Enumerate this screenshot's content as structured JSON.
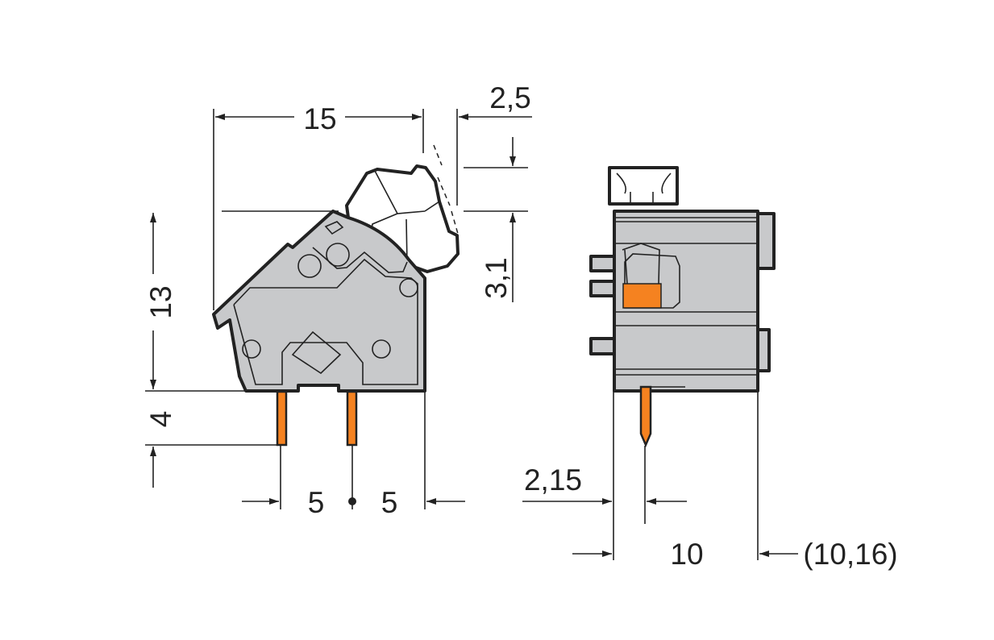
{
  "dimensions": {
    "width_total": "15",
    "lever_offset": "2,5",
    "lever_height": "3,1",
    "body_height": "13",
    "pin_length": "4",
    "pitch_left": "5",
    "pitch_right": "5",
    "pin_offset": "2,15",
    "body_width": "10",
    "body_width_alt": "(10,16)"
  },
  "colors": {
    "body": "#c8c9cb",
    "pin": "#f58220",
    "line": "#222222"
  }
}
